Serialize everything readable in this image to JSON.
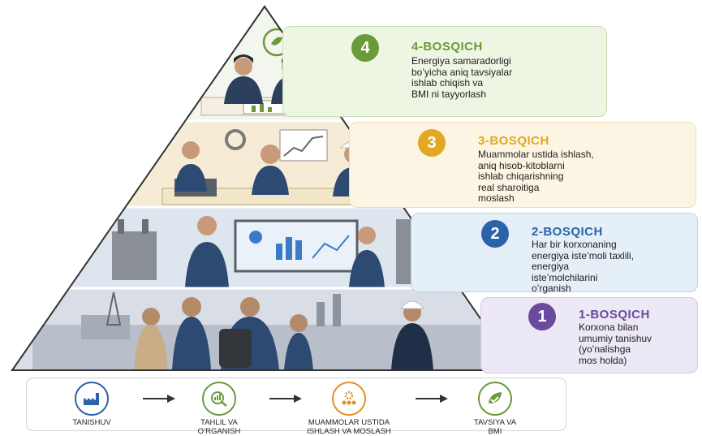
{
  "stages": [
    {
      "num": "4",
      "title": "4-BOSQICH",
      "lines": [
        "Energiya samaradorligi",
        "bo’yicha aniq tavsiyalar",
        "ishlab chiqish va",
        "BMI ni tayyorlash"
      ],
      "color": "#6a9a3a",
      "bg": "#eef5e2",
      "border": "#c8dcb0"
    },
    {
      "num": "3",
      "title": "3-BOSQICH",
      "lines": [
        "Muammolar ustida ishlash,",
        "aniq hisob-kitoblarni",
        "ishlab chiqarishning",
        "real sharoitiga",
        "moslash"
      ],
      "color": "#e3a823",
      "bg": "#fdf5e3",
      "border": "#f0dca8"
    },
    {
      "num": "2",
      "title": "2-BOSQICH",
      "lines": [
        "Har bir korxonaning",
        "energiya iste’moli taxlili,",
        "energiya",
        "iste’molchilarini",
        "o’rganish"
      ],
      "color": "#2a63a8",
      "bg": "#e5eff8",
      "border": "#bcd3ea"
    },
    {
      "num": "1",
      "title": "1-BOSQICH",
      "lines": [
        "Korxona bilan",
        "umumiy tanishuv",
        "(yo’nalishga",
        "mos holda)"
      ],
      "color": "#6a4a9c",
      "bg": "#ede8f5",
      "border": "#d2c6e6"
    }
  ],
  "flow": [
    {
      "label": [
        "TANISHUV"
      ],
      "icon": "factory-icon",
      "color": "#2a63a8"
    },
    {
      "label": [
        "TAHLIL VA",
        "O’RGANISH"
      ],
      "icon": "analysis-icon",
      "color": "#6a9a3a"
    },
    {
      "label": [
        "MUAMMOLAR USTIDA",
        "ISHLASH VA MOSLASH"
      ],
      "icon": "team-gear-icon",
      "color": "#e39023"
    },
    {
      "label": [
        "TAVSIYA VA",
        "BMI"
      ],
      "icon": "leaf-check-icon",
      "color": "#6a9a3a"
    }
  ]
}
